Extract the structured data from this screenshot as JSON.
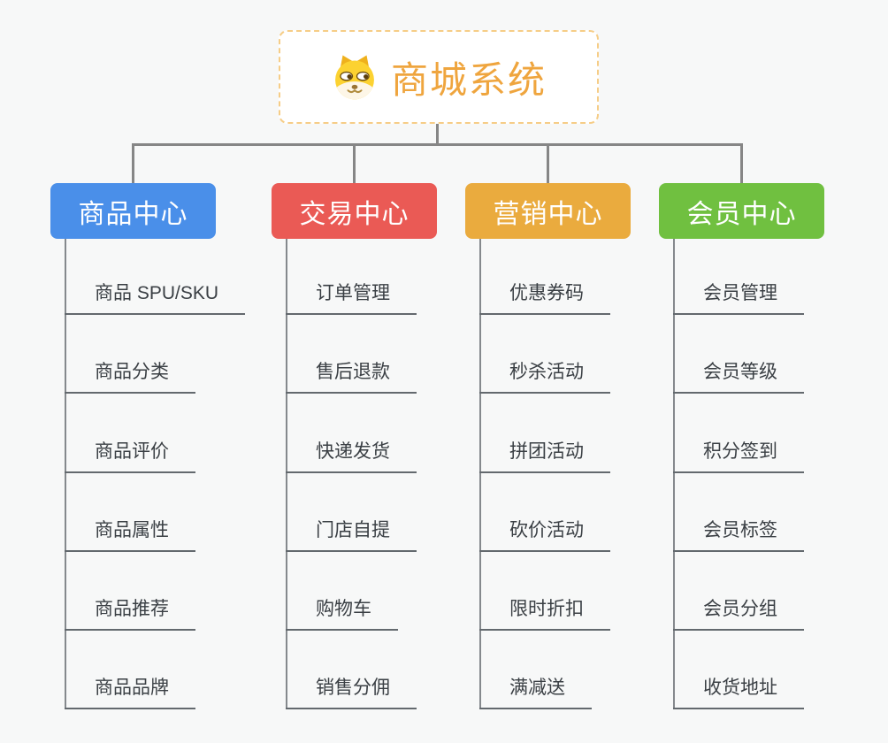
{
  "root": {
    "title": "商城系统",
    "icon": "dog-face-icon",
    "text_color": "#efa53e",
    "border_color": "#f6cd87",
    "background": "#ffffff"
  },
  "branches": [
    {
      "title": "商品中心",
      "color": "#4a8fe9",
      "items": [
        "商品 SPU/SKU",
        "商品分类",
        "商品评价",
        "商品属性",
        "商品推荐",
        "商品品牌"
      ]
    },
    {
      "title": "交易中心",
      "color": "#ea5a55",
      "items": [
        "订单管理",
        "售后退款",
        "快递发货",
        "门店自提",
        "购物车",
        "销售分佣"
      ]
    },
    {
      "title": "营销中心",
      "color": "#eaab3e",
      "items": [
        "优惠券码",
        "秒杀活动",
        "拼团活动",
        "砍价活动",
        "限时折扣",
        "满减送"
      ]
    },
    {
      "title": "会员中心",
      "color": "#70c040",
      "items": [
        "会员管理",
        "会员等级",
        "积分签到",
        "会员标签",
        "会员分组",
        "收货地址"
      ]
    }
  ],
  "colors": {
    "background": "#f7f8f8",
    "connector": "#868686",
    "column_line": "#85898d",
    "leaf_underline": "#63696e",
    "leaf_text": "#3a3f44"
  }
}
